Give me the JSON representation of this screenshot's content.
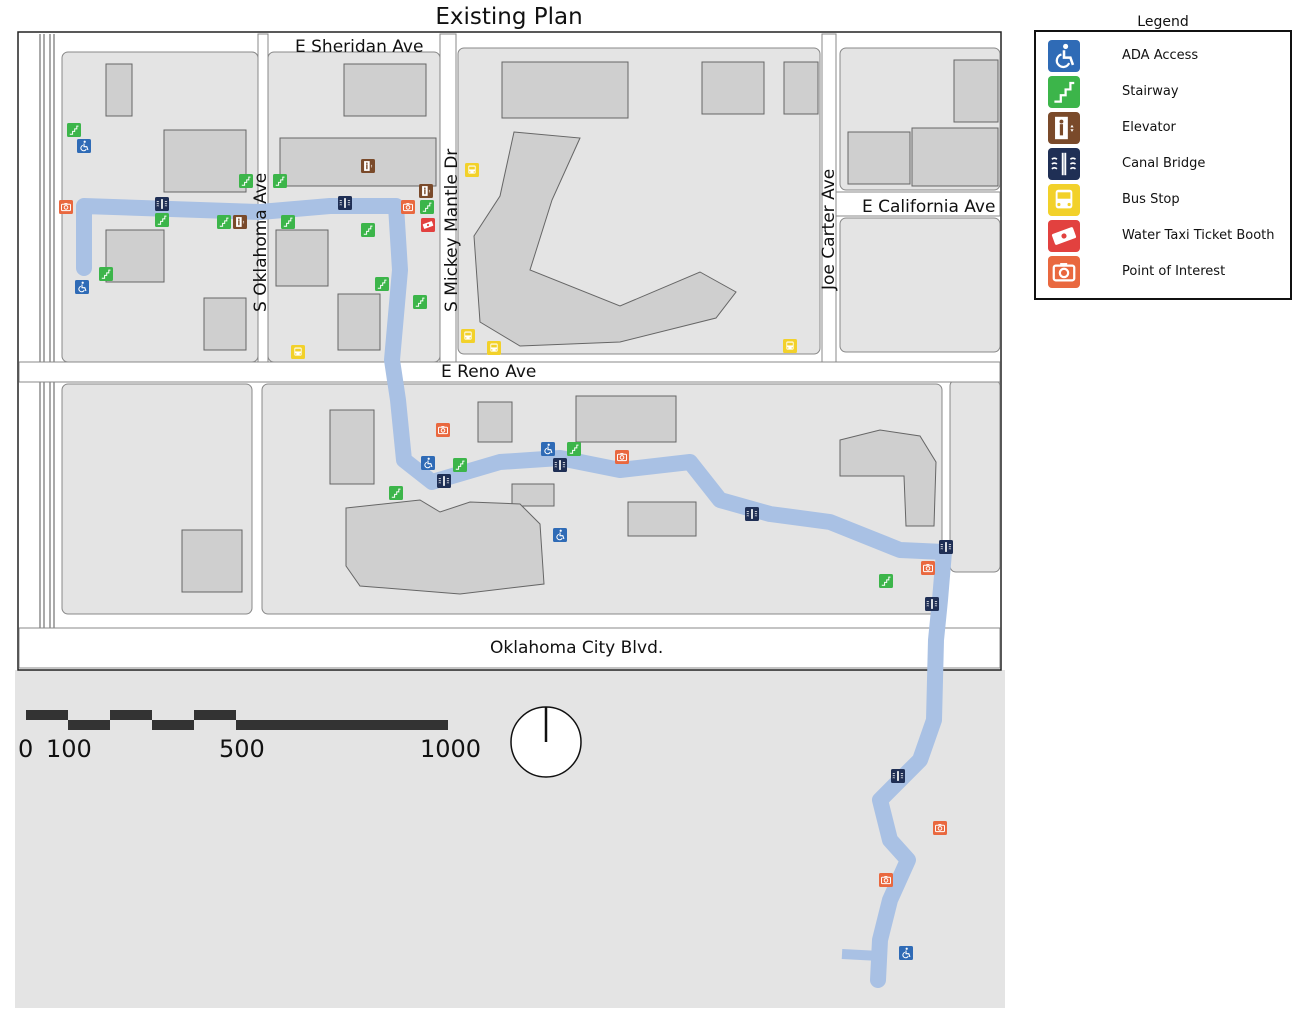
{
  "title": "Existing Plan",
  "streets": {
    "sheridan": "E Sheridan Ave",
    "oklahoma": "S Oklahoma Ave",
    "mantle": "S Mickey Mantle Dr",
    "carter": "Joe Carter Ave",
    "california": "E California Ave",
    "reno": "E Reno Ave",
    "okc_blvd": "Oklahoma City Blvd."
  },
  "scale": {
    "labels": [
      "0",
      "100",
      "500",
      "1000"
    ]
  },
  "legend": {
    "title": "Legend",
    "items": [
      {
        "label": "ADA Access",
        "icon": "ada-access-icon",
        "color": "#2f6bb6"
      },
      {
        "label": "Stairway",
        "icon": "stairway-icon",
        "color": "#3cb54a"
      },
      {
        "label": "Elevator",
        "icon": "elevator-icon",
        "color": "#7a4a2a"
      },
      {
        "label": "Canal Bridge",
        "icon": "canal-bridge-icon",
        "color": "#1f2f55"
      },
      {
        "label": "Bus Stop",
        "icon": "bus-stop-icon",
        "color": "#f2d12a"
      },
      {
        "label": "Water Taxi Ticket Booth",
        "icon": "water-taxi-ticket-icon",
        "color": "#e2413f"
      },
      {
        "label": "Point of Interest",
        "icon": "camera-icon",
        "color": "#e9683f"
      }
    ]
  },
  "colors": {
    "canal": "#a9c1e4",
    "building": "#cfcfcf",
    "block": "#e4e4e4",
    "road": "#ffffff",
    "background": "#e6e6e6"
  }
}
